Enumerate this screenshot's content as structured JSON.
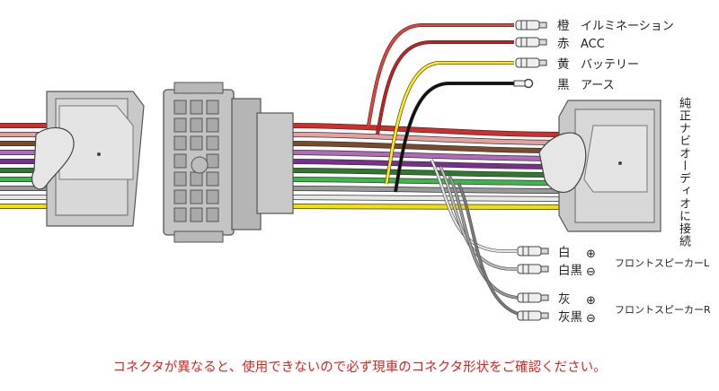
{
  "tap_wires": [
    {
      "color_kanji": "橙",
      "function": "イルミネーション",
      "wire_color": "#e8403a"
    },
    {
      "color_kanji": "赤",
      "function": "ACC",
      "wire_color": "#c81e1e"
    },
    {
      "color_kanji": "黄",
      "function": "バッテリー",
      "wire_color": "#ffe81a"
    },
    {
      "color_kanji": "黒",
      "function": "アース",
      "wire_color": "#111111"
    }
  ],
  "side_label": "純正ナビオーディオに接続",
  "speakers": {
    "front_left": {
      "label": "フロントスピーカーL",
      "plus": {
        "color_kanji": "白",
        "sign": "⊕"
      },
      "minus": {
        "color_kanji": "白黒",
        "sign": "⊖"
      }
    },
    "front_right": {
      "label": "フロントスピーカーR",
      "plus": {
        "color_kanji": "灰",
        "sign": "⊕"
      },
      "minus": {
        "color_kanji": "灰黒",
        "sign": "⊖"
      }
    }
  },
  "harness_colors": [
    "#d62b2b",
    "#e6a0a0",
    "#7a4a2a",
    "#b06ab8",
    "#7a2f8c",
    "#2d7a2d",
    "#3cb84a",
    "#9a9a9a",
    "#e8e8e8",
    "#f2e000"
  ],
  "notice": "コネクタが異なると、使用できないので必ず現車のコネクタ形状をご確認ください。"
}
